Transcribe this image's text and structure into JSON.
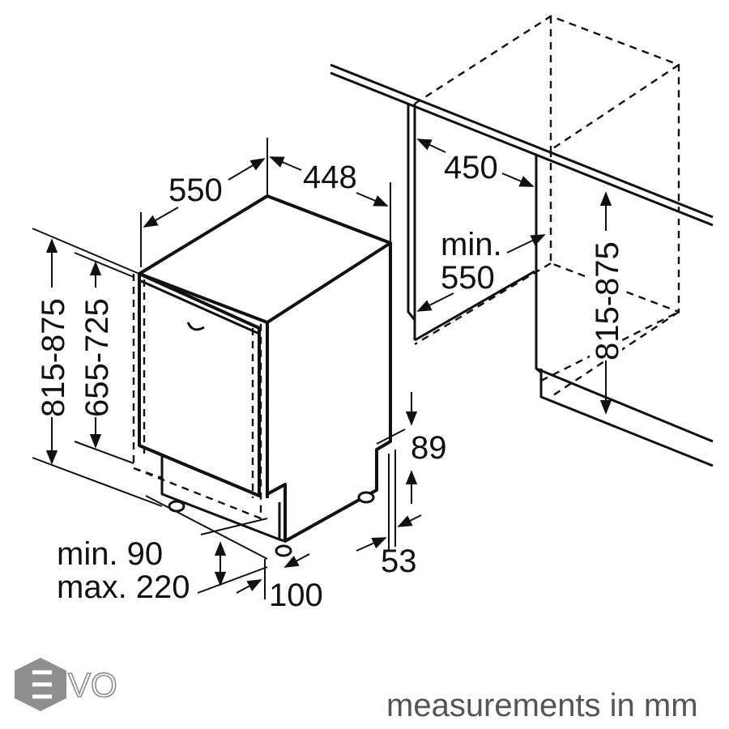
{
  "dimensions": {
    "cabinet_width": "450",
    "niche_depth_min": "min.",
    "niche_depth_value": "550",
    "niche_height": "815-875",
    "appliance_depth": "550",
    "appliance_width": "448",
    "appliance_height": "815-875",
    "door_height": "655-725",
    "base_height": "89",
    "plinth_depth": "53",
    "plinth_recess": "100",
    "plinth_height_min": "min. 90",
    "plinth_height_max": "max. 220"
  },
  "logo": {
    "text": "VO"
  },
  "footer": {
    "note": "measurements in mm"
  }
}
